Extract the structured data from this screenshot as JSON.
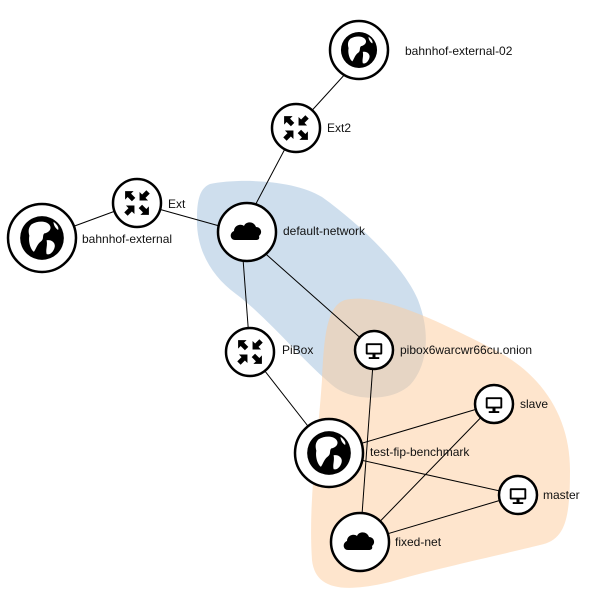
{
  "colors": {
    "default_network_region": "#b3cde3",
    "fixed_net_region": "#fdcc9c",
    "edge": "#000000",
    "node_fill": "#000000"
  },
  "nodes": {
    "bahnhof_external_02": {
      "label": "bahnhof-external-02",
      "icon": "globe-icon"
    },
    "ext2": {
      "label": "Ext2",
      "icon": "router-icon"
    },
    "ext": {
      "label": "Ext",
      "icon": "router-icon"
    },
    "bahnhof_external": {
      "label": "bahnhof-external",
      "icon": "globe-icon"
    },
    "default_network": {
      "label": "default-network",
      "icon": "cloud-icon"
    },
    "pibox": {
      "label": "PiBox",
      "icon": "router-icon"
    },
    "pibox_onion": {
      "label": "pibox6warcwr66cu.onion",
      "icon": "monitor-icon"
    },
    "slave": {
      "label": "slave",
      "icon": "monitor-icon"
    },
    "test_fip_benchmark": {
      "label": "test-fip-benchmark",
      "icon": "globe-icon"
    },
    "master": {
      "label": "master",
      "icon": "monitor-icon"
    },
    "fixed_net": {
      "label": "fixed-net",
      "icon": "cloud-icon"
    }
  },
  "edges": [
    [
      "bahnhof_external_02",
      "ext2"
    ],
    [
      "ext2",
      "default_network"
    ],
    [
      "bahnhof_external",
      "ext"
    ],
    [
      "ext",
      "default_network"
    ],
    [
      "default_network",
      "pibox"
    ],
    [
      "default_network",
      "pibox_onion"
    ],
    [
      "pibox",
      "test_fip_benchmark"
    ],
    [
      "pibox_onion",
      "fixed_net"
    ],
    [
      "test_fip_benchmark",
      "slave"
    ],
    [
      "test_fip_benchmark",
      "master"
    ],
    [
      "fixed_net",
      "slave"
    ],
    [
      "fixed_net",
      "master"
    ]
  ]
}
